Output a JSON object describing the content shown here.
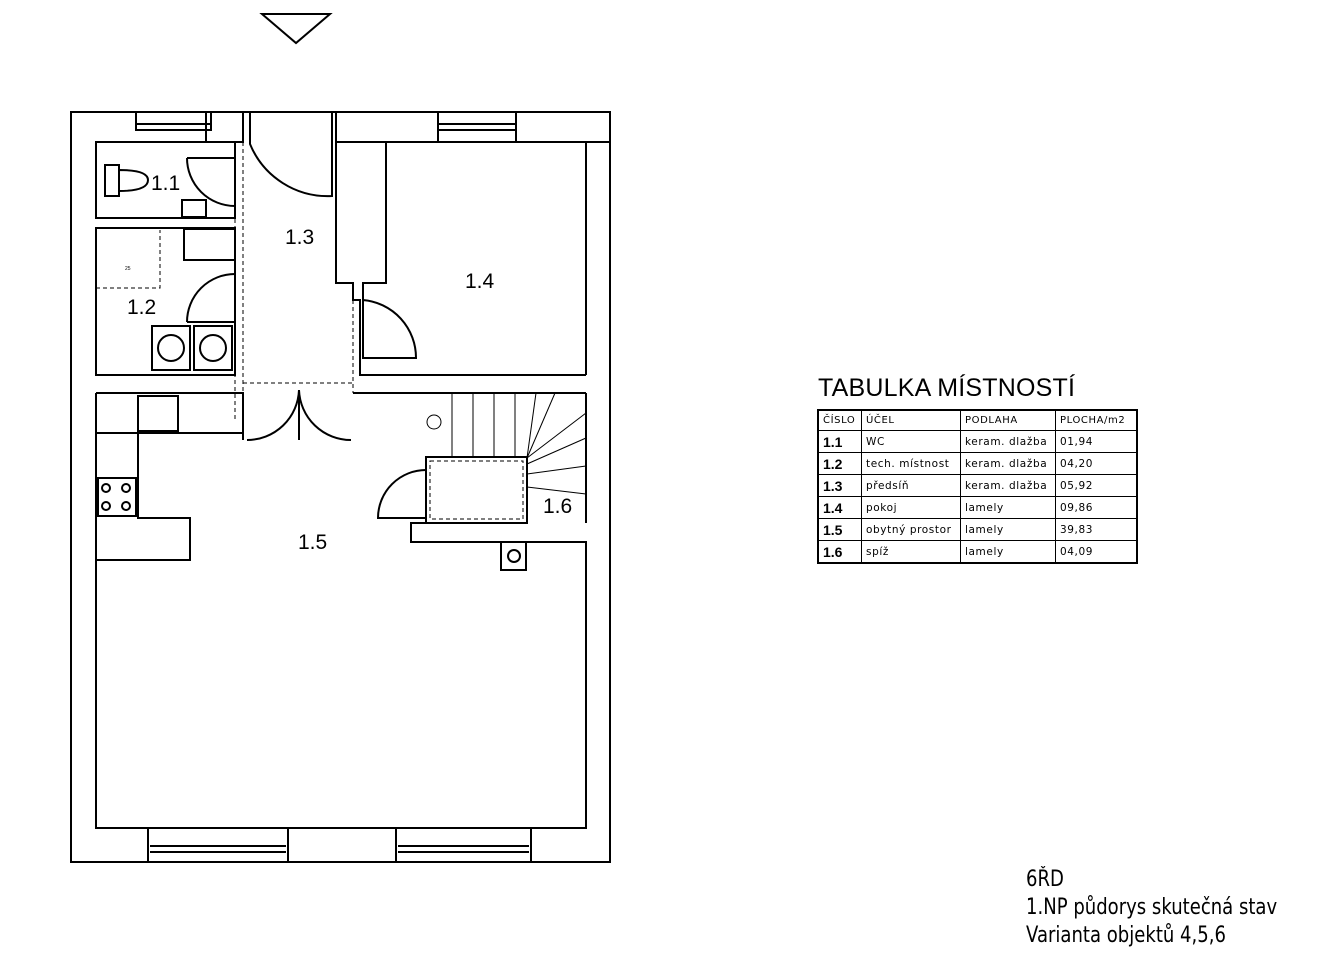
{
  "rooms_plan": [
    {
      "id": "1.1"
    },
    {
      "id": "1.2"
    },
    {
      "id": "1.3"
    },
    {
      "id": "1.4"
    },
    {
      "id": "1.5"
    },
    {
      "id": "1.6"
    }
  ],
  "plan_small_text": "25",
  "table": {
    "title": "TABULKA MÍSTNOSTÍ",
    "headers": [
      "ČÍSLO",
      "ÚČEL",
      "PODLAHA",
      "PLOCHA/m2"
    ],
    "rows": [
      {
        "cislo": "1.1",
        "ucel": "WC",
        "podlaha": "keram. dlažba",
        "plocha": "01,94"
      },
      {
        "cislo": "1.2",
        "ucel": "tech. místnost",
        "podlaha": "keram. dlažba",
        "plocha": "04,20"
      },
      {
        "cislo": "1.3",
        "ucel": "předsíň",
        "podlaha": "keram. dlažba",
        "plocha": "05,92"
      },
      {
        "cislo": "1.4",
        "ucel": "pokoj",
        "podlaha": "lamely",
        "plocha": "09,86"
      },
      {
        "cislo": "1.5",
        "ucel": "obytný prostor",
        "podlaha": "lamely",
        "plocha": "39,83"
      },
      {
        "cislo": "1.6",
        "ucel": "spíž",
        "podlaha": "lamely",
        "plocha": "04,09"
      }
    ]
  },
  "caption": {
    "line1": "6ŘD",
    "line2": "1.NP půdorys skutečná stav",
    "line3": "Varianta objektů 4,5,6"
  }
}
